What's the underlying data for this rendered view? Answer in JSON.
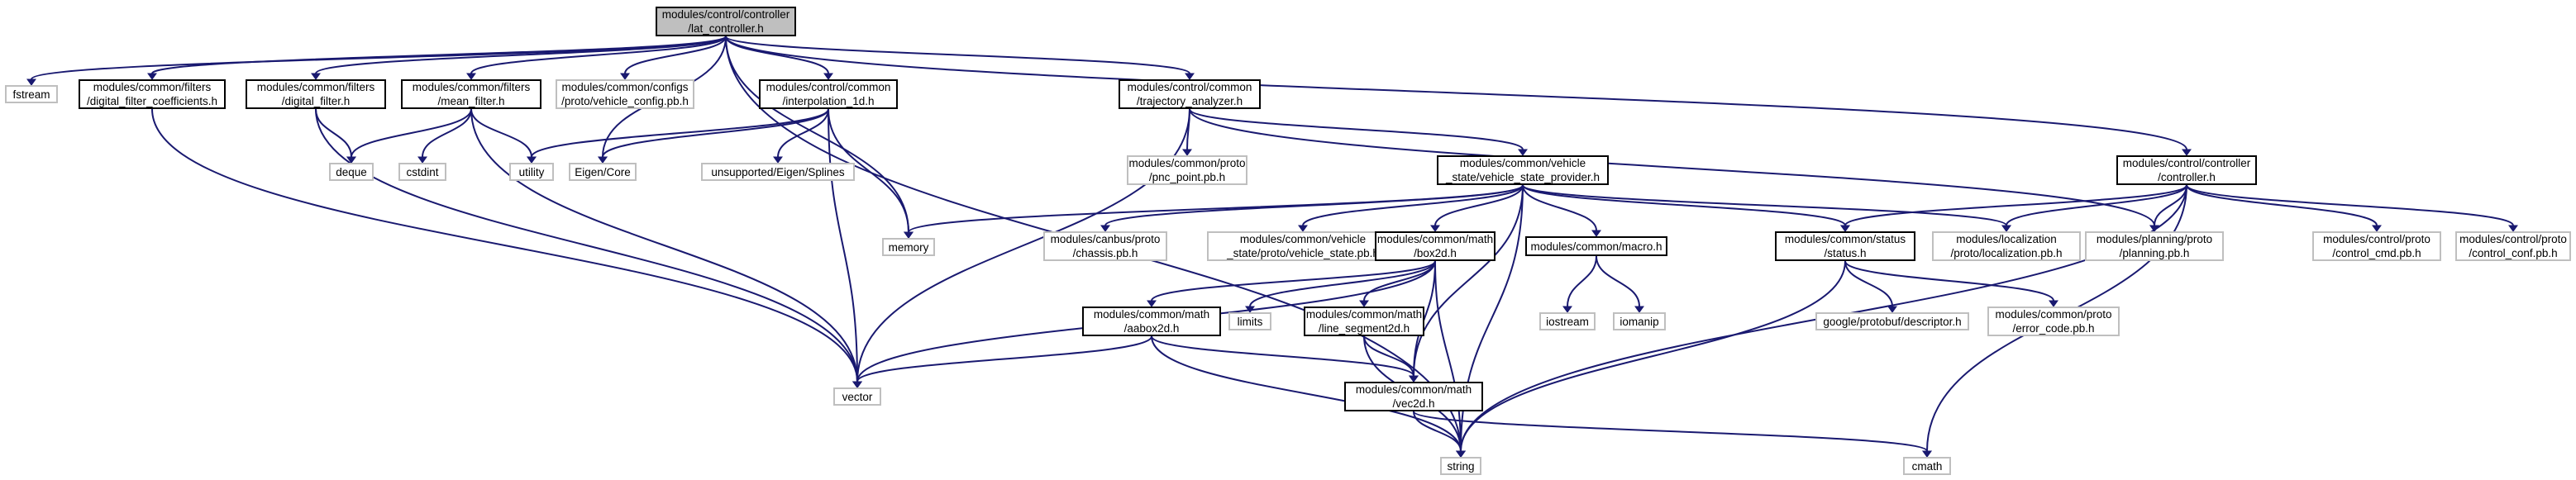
{
  "colors": {
    "edge": "#191970",
    "root_fill": "#bfbfbf",
    "ext_border": "#bfbfbf",
    "header_border": "#000000"
  },
  "nodes": {
    "lat_controller": {
      "lines": [
        "modules/control/controller",
        "/lat_controller.h"
      ]
    },
    "fstream": {
      "lines": [
        "fstream"
      ]
    },
    "digital_filter_coefficients": {
      "lines": [
        "modules/common/filters",
        "/digital_filter_coefficients.h"
      ]
    },
    "digital_filter": {
      "lines": [
        "modules/common/filters",
        "/digital_filter.h"
      ]
    },
    "mean_filter": {
      "lines": [
        "modules/common/filters",
        "/mean_filter.h"
      ]
    },
    "vehicle_config_pb": {
      "lines": [
        "modules/common/configs",
        "/proto/vehicle_config.pb.h"
      ]
    },
    "interpolation_1d": {
      "lines": [
        "modules/control/common",
        "/interpolation_1d.h"
      ]
    },
    "trajectory_analyzer": {
      "lines": [
        "modules/control/common",
        "/trajectory_analyzer.h"
      ]
    },
    "controller": {
      "lines": [
        "modules/control/controller",
        "/controller.h"
      ]
    },
    "deque": {
      "lines": [
        "deque"
      ]
    },
    "cstdint": {
      "lines": [
        "cstdint"
      ]
    },
    "utility": {
      "lines": [
        "utility"
      ]
    },
    "eigen_core": {
      "lines": [
        "Eigen/Core"
      ]
    },
    "eigen_splines": {
      "lines": [
        "unsupported/Eigen/Splines"
      ]
    },
    "pnc_point_pb": {
      "lines": [
        "modules/common/proto",
        "/pnc_point.pb.h"
      ]
    },
    "vehicle_state_provider": {
      "lines": [
        "modules/common/vehicle",
        "_state/vehicle_state_provider.h"
      ]
    },
    "memory": {
      "lines": [
        "memory"
      ]
    },
    "chassis_pb": {
      "lines": [
        "modules/canbus/proto",
        "/chassis.pb.h"
      ]
    },
    "vehicle_state_pb": {
      "lines": [
        "modules/common/vehicle",
        "_state/proto/vehicle_state.pb.h"
      ]
    },
    "box2d": {
      "lines": [
        "modules/common/math",
        "/box2d.h"
      ]
    },
    "macro": {
      "lines": [
        "modules/common/macro.h"
      ]
    },
    "status": {
      "lines": [
        "modules/common/status",
        "/status.h"
      ]
    },
    "localization_pb": {
      "lines": [
        "modules/localization",
        "/proto/localization.pb.h"
      ]
    },
    "planning_pb": {
      "lines": [
        "modules/planning/proto",
        "/planning.pb.h"
      ]
    },
    "control_cmd_pb": {
      "lines": [
        "modules/control/proto",
        "/control_cmd.pb.h"
      ]
    },
    "control_conf_pb": {
      "lines": [
        "modules/control/proto",
        "/control_conf.pb.h"
      ]
    },
    "aabox2d": {
      "lines": [
        "modules/common/math",
        "/aabox2d.h"
      ]
    },
    "limits": {
      "lines": [
        "limits"
      ]
    },
    "line_segment2d": {
      "lines": [
        "modules/common/math",
        "/line_segment2d.h"
      ]
    },
    "iostream": {
      "lines": [
        "iostream"
      ]
    },
    "iomanip": {
      "lines": [
        "iomanip"
      ]
    },
    "descriptor": {
      "lines": [
        "google/protobuf/descriptor.h"
      ]
    },
    "error_code_pb": {
      "lines": [
        "modules/common/proto",
        "/error_code.pb.h"
      ]
    },
    "vector": {
      "lines": [
        "vector"
      ]
    },
    "vec2d": {
      "lines": [
        "modules/common/math",
        "/vec2d.h"
      ]
    },
    "string": {
      "lines": [
        "string"
      ]
    },
    "cmath": {
      "lines": [
        "cmath"
      ]
    }
  },
  "edges": [
    [
      "lat_controller",
      "fstream"
    ],
    [
      "lat_controller",
      "digital_filter_coefficients"
    ],
    [
      "lat_controller",
      "digital_filter"
    ],
    [
      "lat_controller",
      "mean_filter"
    ],
    [
      "lat_controller",
      "vehicle_config_pb"
    ],
    [
      "lat_controller",
      "interpolation_1d"
    ],
    [
      "lat_controller",
      "eigen_core"
    ],
    [
      "lat_controller",
      "memory"
    ],
    [
      "lat_controller",
      "string"
    ],
    [
      "lat_controller",
      "trajectory_analyzer"
    ],
    [
      "lat_controller",
      "controller"
    ],
    [
      "digital_filter_coefficients",
      "vector"
    ],
    [
      "digital_filter",
      "deque"
    ],
    [
      "digital_filter",
      "vector"
    ],
    [
      "mean_filter",
      "deque"
    ],
    [
      "mean_filter",
      "cstdint"
    ],
    [
      "mean_filter",
      "utility"
    ],
    [
      "mean_filter",
      "vector"
    ],
    [
      "interpolation_1d",
      "utility"
    ],
    [
      "interpolation_1d",
      "eigen_core"
    ],
    [
      "interpolation_1d",
      "eigen_splines"
    ],
    [
      "interpolation_1d",
      "memory"
    ],
    [
      "interpolation_1d",
      "vector"
    ],
    [
      "trajectory_analyzer",
      "pnc_point_pb"
    ],
    [
      "trajectory_analyzer",
      "vehicle_state_provider"
    ],
    [
      "trajectory_analyzer",
      "planning_pb"
    ],
    [
      "trajectory_analyzer",
      "vector"
    ],
    [
      "vehicle_state_provider",
      "memory"
    ],
    [
      "vehicle_state_provider",
      "chassis_pb"
    ],
    [
      "vehicle_state_provider",
      "vehicle_state_pb"
    ],
    [
      "vehicle_state_provider",
      "box2d"
    ],
    [
      "vehicle_state_provider",
      "macro"
    ],
    [
      "vehicle_state_provider",
      "status"
    ],
    [
      "vehicle_state_provider",
      "localization_pb"
    ],
    [
      "vehicle_state_provider",
      "vec2d"
    ],
    [
      "vehicle_state_provider",
      "string"
    ],
    [
      "box2d",
      "aabox2d"
    ],
    [
      "box2d",
      "limits"
    ],
    [
      "box2d",
      "line_segment2d"
    ],
    [
      "box2d",
      "vec2d"
    ],
    [
      "box2d",
      "vector"
    ],
    [
      "box2d",
      "string"
    ],
    [
      "macro",
      "iostream"
    ],
    [
      "macro",
      "iomanip"
    ],
    [
      "status",
      "descriptor"
    ],
    [
      "status",
      "error_code_pb"
    ],
    [
      "status",
      "string"
    ],
    [
      "controller",
      "status"
    ],
    [
      "controller",
      "localization_pb"
    ],
    [
      "controller",
      "planning_pb"
    ],
    [
      "controller",
      "control_cmd_pb"
    ],
    [
      "controller",
      "control_conf_pb"
    ],
    [
      "controller",
      "string"
    ],
    [
      "controller",
      "cmath"
    ],
    [
      "aabox2d",
      "vector"
    ],
    [
      "aabox2d",
      "vec2d"
    ],
    [
      "aabox2d",
      "string"
    ],
    [
      "line_segment2d",
      "vec2d"
    ],
    [
      "line_segment2d",
      "string"
    ],
    [
      "vec2d",
      "cmath"
    ],
    [
      "vec2d",
      "string"
    ]
  ]
}
